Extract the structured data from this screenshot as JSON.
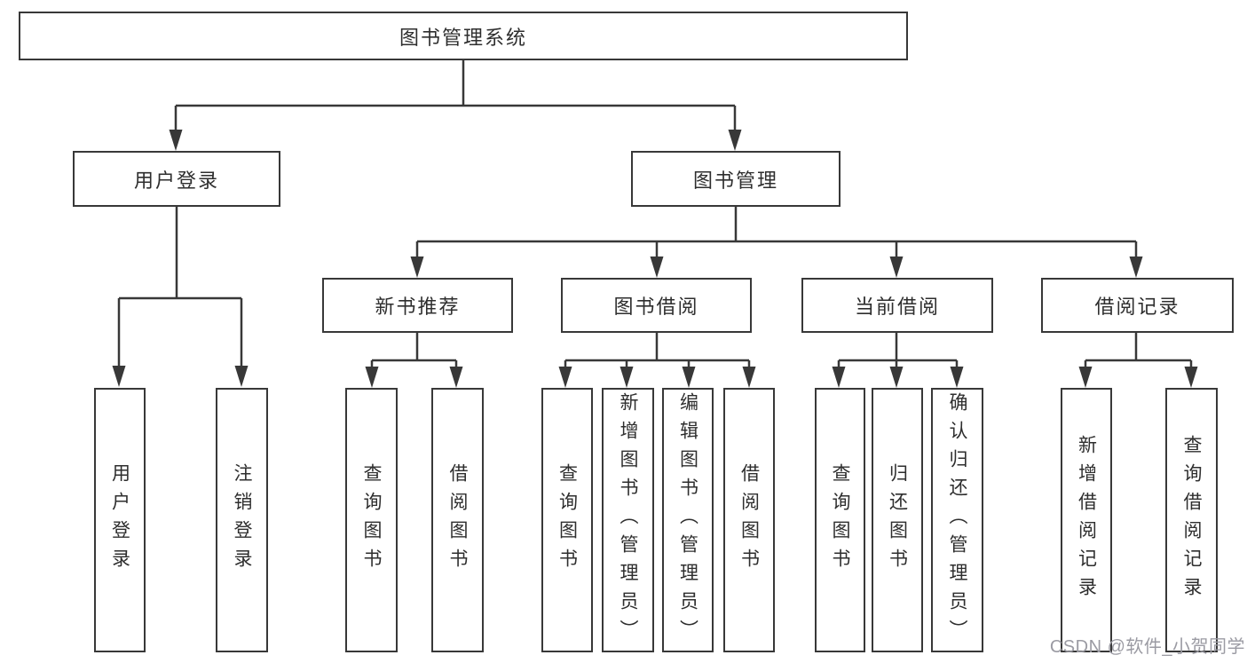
{
  "diagram": {
    "root": "图书管理系统",
    "level2": [
      "用户登录",
      "图书管理"
    ],
    "level3": [
      "新书推荐",
      "图书借阅",
      "当前借阅",
      "借阅记录"
    ],
    "leaves": {
      "user_login": [
        "用户登录",
        "注销登录"
      ],
      "new_book": [
        "查询图书",
        "借阅图书"
      ],
      "book_borrow": [
        "查询图书",
        "新增图书（管理员）",
        "编辑图书（管理员）",
        "借阅图书"
      ],
      "current_borrow": [
        "查询图书",
        "归还图书",
        "确认归还（管理员）"
      ],
      "borrow_record": [
        "新增借阅记录",
        "查询借阅记录"
      ]
    }
  },
  "watermark": {
    "text": "CSDN @软件_小贺同学"
  },
  "colors": {
    "line": "#383838",
    "text": "#2e2e2e",
    "watermark": "#9b9ba3"
  }
}
